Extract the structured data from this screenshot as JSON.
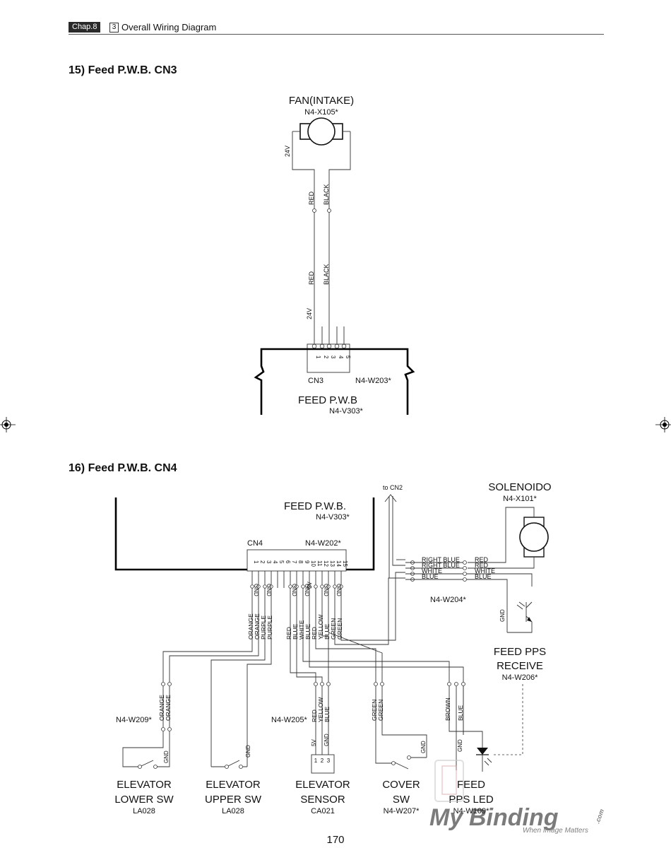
{
  "header": {
    "chapter": "Chap.8",
    "section_number": "3",
    "title": "Overall Wiring Diagram"
  },
  "section15": {
    "title": "15) Feed P.W.B. CN3",
    "fan": {
      "name": "FAN(INTAKE)",
      "part": "N4-X105*"
    },
    "voltage": "24V",
    "wires": [
      "RED",
      "BLACK"
    ],
    "connector": {
      "name": "CN3",
      "part": "N4-W203*",
      "pins": [
        "1",
        "2",
        "3",
        "4",
        "5"
      ]
    },
    "board": {
      "name": "FEED P.W.B",
      "part": "N4-V303*"
    }
  },
  "section16": {
    "title": "16) Feed P.W.B. CN4",
    "board": {
      "name": "FEED P.W.B.",
      "part": "N4-V303*"
    },
    "connector": {
      "name": "CN4",
      "part": "N4-W202*",
      "pins": [
        "1",
        "2",
        "3",
        "4",
        "5",
        "6",
        "7",
        "8",
        "9",
        "10",
        "11",
        "12",
        "13",
        "14",
        "15"
      ]
    },
    "cn4_pin_labels": [
      "GND",
      "GND",
      "GND",
      "GND",
      "5V",
      "GND",
      "GND"
    ],
    "cn4_wires": [
      "ORANGE",
      "ORANGE",
      "PURPLE",
      "PURPLE",
      "RED",
      "BLUE",
      "WHITE",
      "BLUE",
      "RED",
      "YELLOW",
      "BLUE",
      "GREEN",
      "GREEN"
    ],
    "to_cn2": "to CN2",
    "solenoid": {
      "name": "SOLENOIDO",
      "part": "N4-X101*"
    },
    "harness_left": [
      "RIGHT BLUE",
      "RIGHT BLUE",
      "WHITE",
      "BLUE"
    ],
    "harness_right": [
      "RED",
      "RED",
      "WHITE",
      "BLUE"
    ],
    "harness_part": "N4-W204*",
    "gnd": "GND",
    "pps_receive": {
      "name_line1": "FEED PPS",
      "name_line2": "RECEIVE",
      "part": "N4-W206*"
    },
    "harness_w209": {
      "part": "N4-W209*",
      "wires": [
        "ORANGE",
        "ORANGE"
      ]
    },
    "harness_w205": {
      "part": "N4-W205*",
      "wires": [
        "RED",
        "YELLOW",
        "BLUE"
      ],
      "pins": [
        "1",
        "2",
        "3"
      ],
      "labels": [
        "5V",
        "GND"
      ]
    },
    "cover_wires": [
      "GREEN",
      "GREEN"
    ],
    "led_wires": [
      "BROWN",
      "BLUE"
    ],
    "components": [
      {
        "line1": "ELEVATOR",
        "line2": "LOWER SW",
        "part": "LA028"
      },
      {
        "line1": "ELEVATOR",
        "line2": "UPPER SW",
        "part": "LA028"
      },
      {
        "line1": "ELEVATOR",
        "line2": "SENSOR",
        "part": "CA021"
      },
      {
        "line1": "COVER",
        "line2": "SW",
        "part": "N4-W207*"
      },
      {
        "line1": "FEED",
        "line2": "PPS LED",
        "part": "N4-W109*"
      }
    ]
  },
  "watermark": {
    "brand_a": "My",
    "brand_b": "Binding",
    "suffix": ".com",
    "tagline": "When Image Matters"
  },
  "page_number": "170"
}
